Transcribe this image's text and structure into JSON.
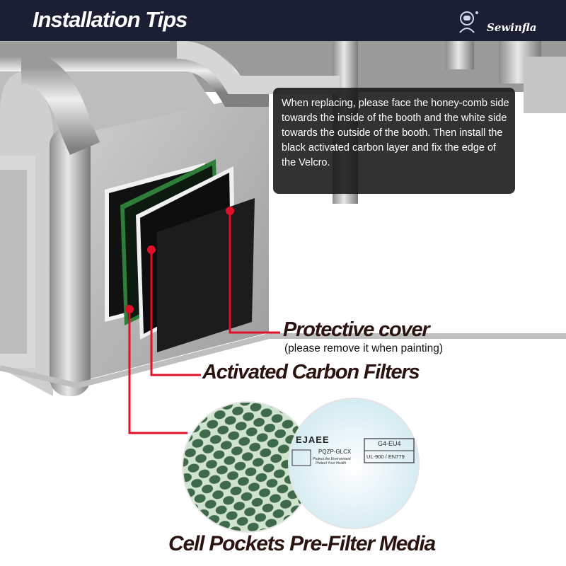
{
  "header": {
    "title": "Installation Tips",
    "brand": "Sewinfla",
    "brand_icon": "astronaut-icon",
    "background": "#1a1f33"
  },
  "tooltip": {
    "text": "When replacing, please face the honey-comb side towards the inside of the booth and the white side towards the outside of the booth. Then install the black activated carbon layer and fix the edge of the Velcro."
  },
  "callouts": {
    "protective_cover": "Protective cover",
    "protective_cover_note": "(please remove it when painting)",
    "activated_carbon": "Activated Carbon Filters",
    "pre_filter": "Cell Pockets Pre-Filter Media"
  },
  "media_label": {
    "brand": "EJAEE",
    "code": "PQZP-GLCX",
    "grade": "G4-EU4",
    "standard": "UL-900 / EN779",
    "slogan_1": "Protect the Environment",
    "slogan_2": "Protect Your Health"
  },
  "colors": {
    "leader_line": "#e0102a",
    "filter_green": "#2e7d3a",
    "booth_grey": "#b0b0b0"
  }
}
